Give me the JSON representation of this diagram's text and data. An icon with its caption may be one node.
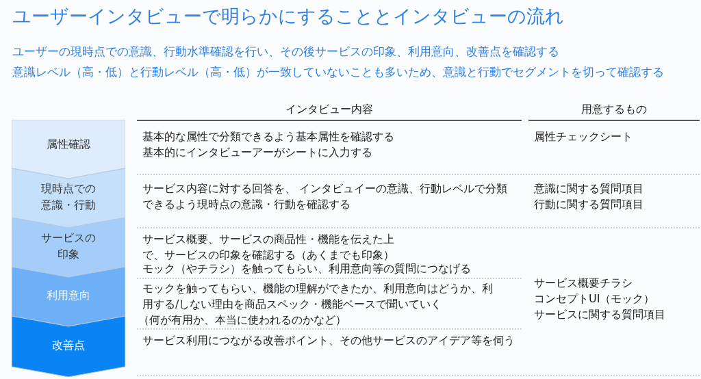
{
  "diagram": {
    "title": "ユーザーインタビューで明らかにすることとインタビューの流れ",
    "nodes": [
      {
        "text": [
          "属性確認"
        ]
      },
      {
        "text": [
          "現時点での意識・行動"
        ]
      },
      {
        "text": [
          "サービスの印象"
        ]
      },
      {
        "text": [
          "利用意向"
        ]
      },
      {
        "text": [
          "改善点"
        ]
      }
    ],
    "labels": [
      "ユーザーの現時点での意識、行動水準確認を行い、その後サービスの印象、利用意向、改善点を確認する",
      "意識レベル（高・低）と行動レベル（高・低）が一致していないことも多いため、意識と行動でセグメントを切って確認する",
      "インタビュー内容",
      "用意するもの",
      "基本的な属性で分類できるよう基本属性を確認する",
      "基本的にインタビューアーがシートに入力する",
      "属性チェックシート",
      "サービス内容に対する回答を、 インタビュイーの意識、行動レベルで分類できるよう現時点の意識・行動を確認する",
      "意識に関する質問項目",
      "行動に関する質問項目",
      "サービス概要、サービスの商品性・機能を伝えた上で、サービスの印象を確認する（あくまでも印象）",
      "モック（やチラシ）を触ってもらい、利用意向等の質問につなげる",
      "モックを触ってもらい、機能の理解ができたか、利用意向はどうか、利用する/しない理由を商品スペック・機能ベースで聞いていく",
      "（何が有用か、本当に使われるのかなど）",
      "サービス利用につながる改善ポイント、その他サービスのアイデア等を伺う",
      "サービス概要チラシ",
      "コンセプトUI（モック）",
      "サービスに関する質問項目"
    ]
  }
}
